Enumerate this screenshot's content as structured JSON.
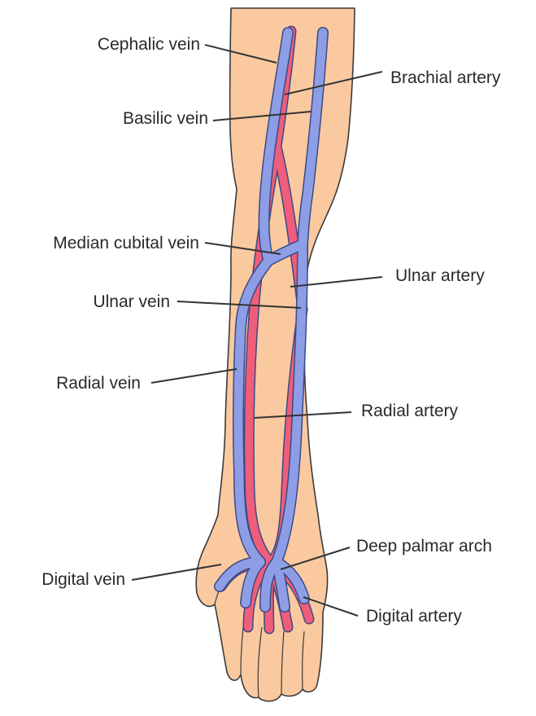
{
  "labels": {
    "cephalic_vein": "Cephalic vein",
    "brachial_artery": "Brachial artery",
    "basilic_vein": "Basilic vein",
    "median_cubital_vein": "Median cubital vein",
    "ulnar_artery": "Ulnar artery",
    "ulnar_vein": "Ulnar vein",
    "radial_vein": "Radial vein",
    "radial_artery": "Radial artery",
    "deep_palmar_arch": "Deep palmar arch",
    "digital_vein": "Digital vein",
    "digital_artery": "Digital artery"
  },
  "colors": {
    "skin": "#fbc9a0",
    "skin_outline": "#3a3a3a",
    "artery": "#ef5d7a",
    "vein": "#8d9ee6",
    "vessel_outline": "#3b4a86",
    "leader": "#333333"
  }
}
